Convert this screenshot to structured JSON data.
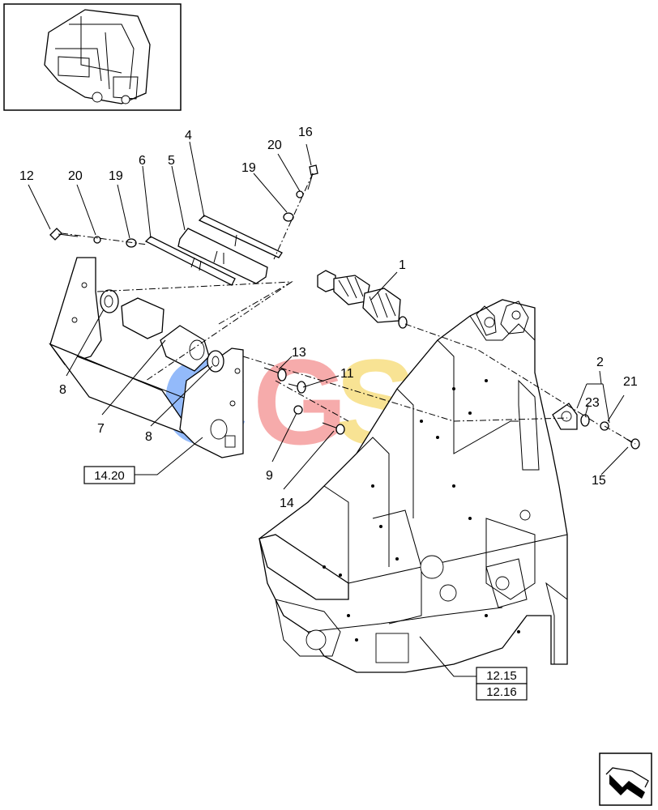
{
  "callouts": {
    "c1": "1",
    "c2": "2",
    "c4": "4",
    "c5": "5",
    "c6": "6",
    "c7": "7",
    "c8a": "8",
    "c8b": "8",
    "c9": "9",
    "c11": "11",
    "c12": "12",
    "c13": "13",
    "c14": "14",
    "c15": "15",
    "c16": "16",
    "c19a": "19",
    "c19b": "19",
    "c20a": "20",
    "c20b": "20",
    "c21": "21",
    "c23": "23"
  },
  "refs": {
    "r1420": "14.20",
    "r1215": "12.15",
    "r1216": "12.16"
  },
  "watermark": {
    "letters": [
      "C",
      "G",
      "S",
      "C"
    ],
    "colors": [
      "#3b82f6",
      "#f06767",
      "#f4cd3d",
      "#34a46e"
    ]
  },
  "colors": {
    "line": "#000000",
    "background": "#ffffff"
  },
  "icons": {
    "overview": "machine-thumbnail-icon",
    "next": "next-page-arrow-icon"
  }
}
